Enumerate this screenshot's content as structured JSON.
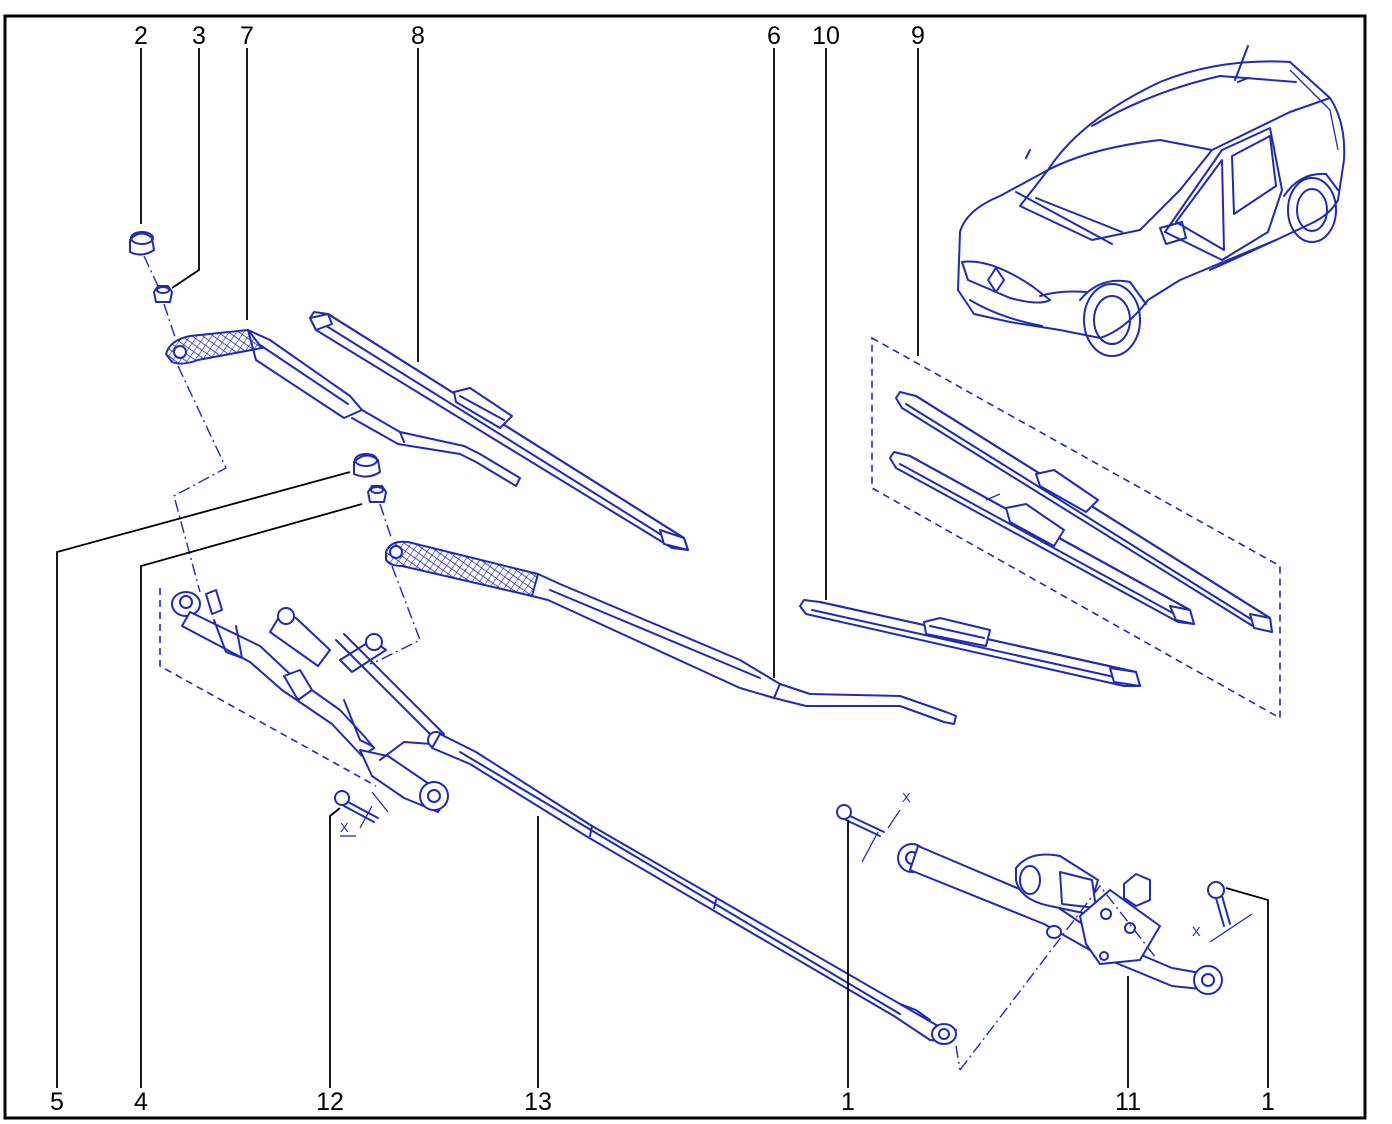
{
  "callouts": [
    {
      "id": "c2",
      "label": "2"
    },
    {
      "id": "c3",
      "label": "3"
    },
    {
      "id": "c7",
      "label": "7"
    },
    {
      "id": "c8",
      "label": "8"
    },
    {
      "id": "c6",
      "label": "6"
    },
    {
      "id": "c10",
      "label": "10"
    },
    {
      "id": "c9",
      "label": "9"
    },
    {
      "id": "c5",
      "label": "5"
    },
    {
      "id": "c4",
      "label": "4"
    },
    {
      "id": "c12",
      "label": "12"
    },
    {
      "id": "c13",
      "label": "13"
    },
    {
      "id": "c1a",
      "label": "1"
    },
    {
      "id": "c11",
      "label": "11"
    },
    {
      "id": "c1b",
      "label": "1"
    }
  ],
  "dimension_mark": "X",
  "colors": {
    "ink": "#1f2bb3",
    "frame": "#000000",
    "background": "#ffffff"
  }
}
